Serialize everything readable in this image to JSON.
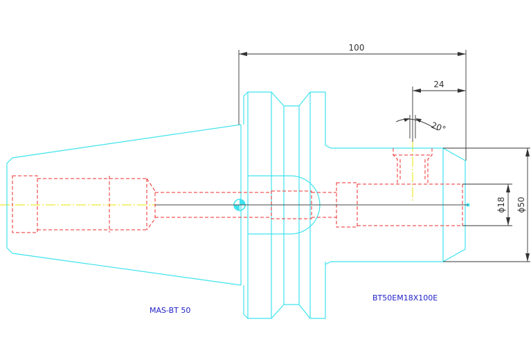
{
  "dimensions": {
    "overall_length": "100",
    "groove_offset": "24",
    "angle": "20°",
    "bore_diameter": "ϕ18",
    "shank_diameter": "ϕ50"
  },
  "labels": {
    "taper_standard": "MAS-BT 50",
    "model_code": "BT50EM18X100E"
  },
  "colors": {
    "outline": "#3fe3ee",
    "hidden": "#ee2b2b",
    "centerline": "#e6e600",
    "dimension": "#333333",
    "label_text": "#2020c8"
  }
}
